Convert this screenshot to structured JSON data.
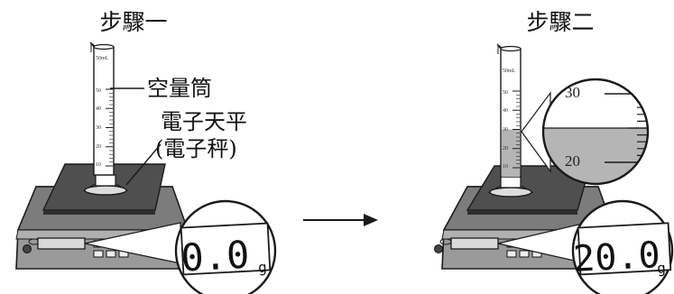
{
  "step1": {
    "title": "步驟一",
    "label_cylinder": "空量筒",
    "label_balance_line1": "電子天平",
    "label_balance_line2": "(電子秤)",
    "cylinder_top_label": "50mL",
    "tick_labels": [
      "50",
      "40",
      "30",
      "20",
      "10"
    ],
    "display_reading": "0.0",
    "display_unit": "g"
  },
  "step2": {
    "title": "步驟二",
    "cylinder_top_label": "50mL",
    "tick_labels": [
      "50",
      "40",
      "30",
      "20",
      "10"
    ],
    "zoom_upper": "30",
    "zoom_lower": "20",
    "liquid_fraction": 0.5,
    "display_reading": "20.0",
    "display_unit": "g"
  },
  "colors": {
    "liquid": "#b5b5b5",
    "balance_body": "#8f8f8f",
    "balance_pan": "#4f4f4f",
    "outline": "#1a1a1a"
  }
}
